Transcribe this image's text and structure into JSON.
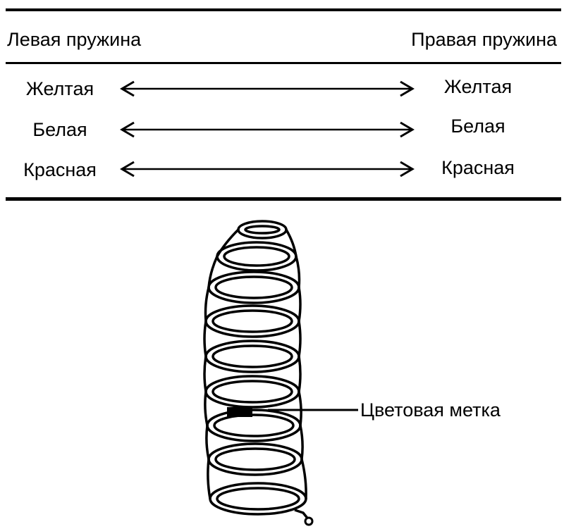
{
  "table": {
    "left_header": "Левая пружина",
    "right_header": "Правая пружина",
    "rows": [
      {
        "left": "Желтая",
        "right": "Желтая"
      },
      {
        "left": "Белая",
        "right": "Белая"
      },
      {
        "left": "Красная",
        "right": "Красная"
      }
    ]
  },
  "figure": {
    "callout_label": "Цветовая метка",
    "mark_color": "#000000"
  }
}
